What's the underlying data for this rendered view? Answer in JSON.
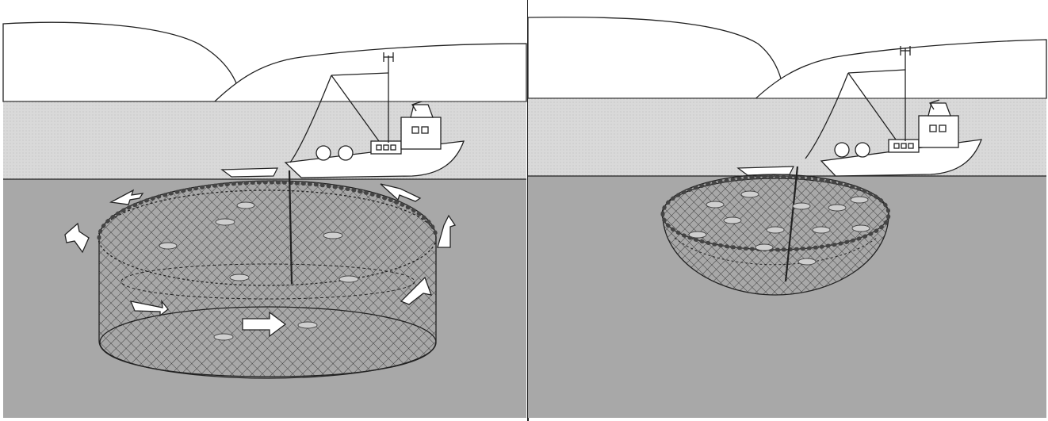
{
  "figure": {
    "panels": [
      {
        "id": "left",
        "depicts": "purse-seine-net-being-set-around-fish-school",
        "arrow_icons": [
          "curved-arrow-icon",
          "straight-arrow-icon"
        ]
      },
      {
        "id": "right",
        "depicts": "purse-seine-net-pursed-closed-with-catch"
      }
    ],
    "colors": {
      "sky": "#ffffff",
      "sea_surface": "#d6d6d6",
      "water": "#a9a9a9",
      "net": "#3a3a3a",
      "outline": "#222222"
    }
  }
}
